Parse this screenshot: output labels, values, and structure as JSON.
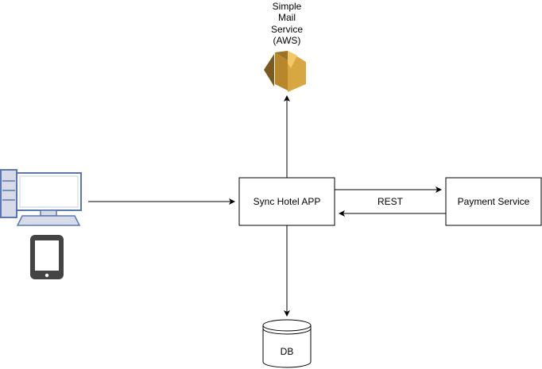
{
  "nodes": {
    "ses": {
      "label_lines": [
        "Simple",
        "Mail",
        "Service",
        "(AWS)"
      ],
      "icon": "aws-ses-icon",
      "color": "#D9A741"
    },
    "app": {
      "label": "Sync Hotel APP"
    },
    "payment": {
      "label": "Payment Service"
    },
    "db": {
      "label": "DB"
    },
    "client_desktop": {
      "icon": "desktop-computer-icon"
    },
    "client_mobile": {
      "icon": "tablet-icon"
    }
  },
  "edges": [
    {
      "from": "client",
      "to": "app",
      "label": ""
    },
    {
      "from": "app",
      "to": "payment",
      "label": "REST"
    },
    {
      "from": "payment",
      "to": "app",
      "label": ""
    },
    {
      "from": "app",
      "to": "ses",
      "label": ""
    },
    {
      "from": "app",
      "to": "db",
      "label": ""
    }
  ],
  "colors": {
    "line": "#000000",
    "desktop_frame": "#5A77B4",
    "desktop_fill": "#D7DBE7",
    "tablet_body": "#444444"
  }
}
